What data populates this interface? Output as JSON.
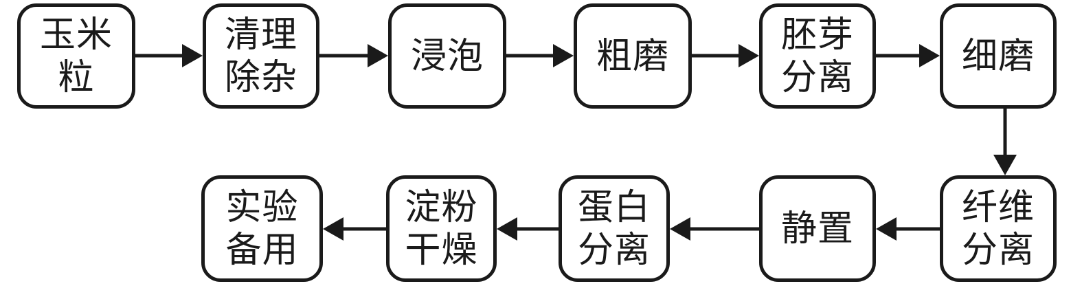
{
  "diagram": {
    "kind": "process-flowchart",
    "colors": {
      "line": "#1a1a1a",
      "background": "#ffffff"
    }
  },
  "nodes": [
    {
      "id": "corn-kernels",
      "label": "玉米\n粒"
    },
    {
      "id": "cleaning-impurity-removal",
      "label": "清理\n除杂"
    },
    {
      "id": "soaking",
      "label": "浸泡"
    },
    {
      "id": "coarse-grinding",
      "label": "粗磨"
    },
    {
      "id": "germ-separation",
      "label": "胚芽\n分离"
    },
    {
      "id": "fine-grinding",
      "label": "细磨"
    },
    {
      "id": "fiber-separation",
      "label": "纤维\n分离"
    },
    {
      "id": "settling",
      "label": "静置"
    },
    {
      "id": "protein-separation",
      "label": "蛋白\n分离"
    },
    {
      "id": "starch-drying",
      "label": "淀粉\n干燥"
    },
    {
      "id": "experiment-ready",
      "label": "实验\n备用"
    }
  ],
  "edges": [
    {
      "from": "玉米粒",
      "to": "清理除杂"
    },
    {
      "from": "清理除杂",
      "to": "浸泡"
    },
    {
      "from": "浸泡",
      "to": "粗磨"
    },
    {
      "from": "粗磨",
      "to": "胚芽分离"
    },
    {
      "from": "胚芽分离",
      "to": "细磨"
    },
    {
      "from": "细磨",
      "to": "纤维分离"
    },
    {
      "from": "纤维分离",
      "to": "静置"
    },
    {
      "from": "静置",
      "to": "蛋白分离"
    },
    {
      "from": "蛋白分离",
      "to": "淀粉干燥"
    },
    {
      "from": "淀粉干燥",
      "to": "实验备用"
    }
  ]
}
